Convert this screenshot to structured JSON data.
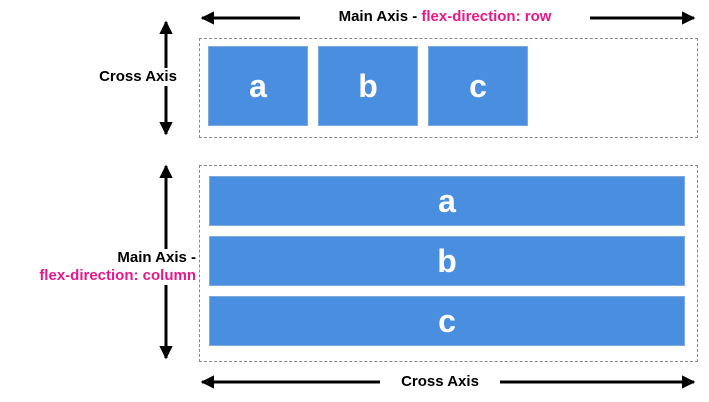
{
  "row_section": {
    "main_axis_label": "Main Axis - ",
    "main_axis_code": "flex-direction: row",
    "cross_axis_label": "Cross Axis",
    "items": [
      "a",
      "b",
      "c"
    ]
  },
  "column_section": {
    "main_axis_label": "Main Axis -",
    "main_axis_code": "flex-direction: column",
    "cross_axis_label": "Cross Axis",
    "items": [
      "a",
      "b",
      "c"
    ]
  },
  "colors": {
    "item_fill": "#4a8ee0",
    "highlight_text": "#e8178a",
    "container_border": "#888888"
  }
}
